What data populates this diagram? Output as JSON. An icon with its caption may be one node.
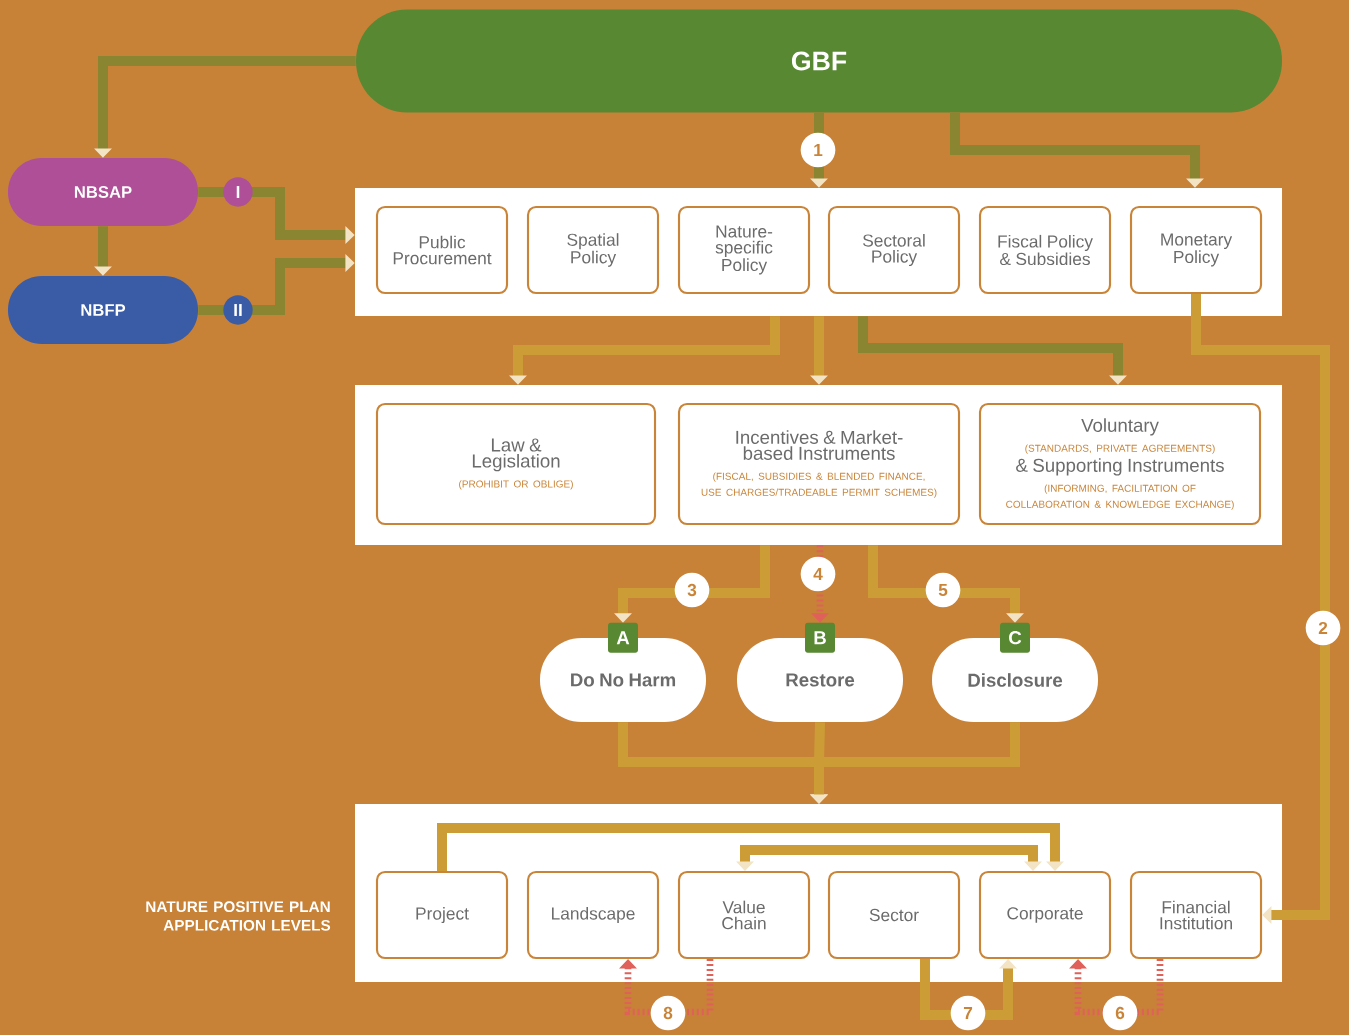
{
  "diagram": {
    "nodes": [
      {
        "text": [
          "GBF"
        ]
      },
      {
        "text": [
          "NBSAP"
        ]
      },
      {
        "text": [
          "NBFP"
        ]
      },
      {
        "text": [],
        "shape": "box"
      },
      {
        "text": [
          "Public Procurement"
        ],
        "in": 3
      },
      {
        "text": [
          "Spatial Policy"
        ],
        "in": 3
      },
      {
        "text": [
          "Nature-specific Policy"
        ],
        "in": 3
      },
      {
        "text": [
          "Sectoral Policy"
        ],
        "in": 3
      },
      {
        "text": [
          "Fiscal Policy & Subsidies"
        ],
        "in": 3
      },
      {
        "text": [
          "Monetary Policy"
        ],
        "in": 3
      },
      {
        "text": [],
        "shape": "box"
      },
      {
        "text": [
          "Law & Legislation",
          "(PROHIBIT OR OBLIGE)"
        ],
        "in": 10
      },
      {
        "text": [
          "Incentives & Market-based Instruments",
          "(FISCAL, SUBSIDIES & BLENDED FINANCE, USE CHARGES/TRADEABLE PERMIT SCHEMES)"
        ],
        "in": 10
      },
      {
        "text": [
          "Voluntary",
          "(STANDARDS, PRIVATE AGREEMENTS)",
          "& Supporting Instruments",
          "(INFORMING, FACILITATION OF COLLABORATION & KNOWLEDGE EXCHANGE)"
        ],
        "in": 10
      },
      {
        "text": [
          "Do No Harm"
        ],
        "beside": [
          "A"
        ]
      },
      {
        "text": [
          "Restore"
        ],
        "beside": [
          "B"
        ]
      },
      {
        "text": [
          "Disclosure"
        ],
        "beside": [
          "C"
        ]
      },
      {
        "text": [],
        "shape": "box"
      },
      {
        "text": [
          "Project"
        ],
        "in": 17
      },
      {
        "text": [
          "Landscape"
        ],
        "in": 17
      },
      {
        "text": [
          "Value Chain"
        ],
        "in": 17
      },
      {
        "text": [
          "Sector"
        ],
        "in": 17
      },
      {
        "text": [
          "Corporate"
        ],
        "in": 17
      },
      {
        "text": [
          "Financial Institution"
        ],
        "in": 17
      }
    ],
    "edges": [
      {
        "from": 0,
        "to": 1,
        "arrow": "to",
        "color": "#8a8530"
      },
      {
        "from": 1,
        "to": 2,
        "arrow": "to",
        "color": "#8a8530"
      },
      {
        "from": 1,
        "to": 3,
        "arrow": "to",
        "label": "I",
        "color": "#8a8530"
      },
      {
        "from": 2,
        "to": 3,
        "arrow": "to",
        "label": "II",
        "color": "#8a8530"
      },
      {
        "from": 0,
        "to": 3,
        "arrow": "to",
        "label": "1",
        "color": "#8a8530"
      },
      {
        "from": 0,
        "to": 3,
        "arrow": "to",
        "color": "#8a8530"
      },
      {
        "from": 3,
        "to": 10,
        "arrow": "to"
      },
      {
        "from": 3,
        "to": 10,
        "arrow": "to"
      },
      {
        "from": 3,
        "to": 10,
        "arrow": "to",
        "color": "#8a8530"
      },
      {
        "from": 9,
        "to": 23,
        "arrow": "to",
        "label": "2"
      },
      {
        "from": 10,
        "to": 14,
        "arrow": "to",
        "label": "3"
      },
      {
        "from": 10,
        "to": 15,
        "arrow": "to",
        "label": "4",
        "style": "dashed",
        "color": "#e0605a"
      },
      {
        "from": 10,
        "to": 16,
        "arrow": "to",
        "label": "5"
      },
      {
        "from": 14,
        "to": 17,
        "arrow": "to"
      },
      {
        "from": 15,
        "to": 17,
        "arrow": "to"
      },
      {
        "from": 16,
        "to": 17,
        "arrow": "to"
      },
      {
        "from": 18,
        "to": 22,
        "arrow": "to"
      },
      {
        "from": 20,
        "to": 22,
        "arrow": "both"
      },
      {
        "from": 21,
        "to": 22,
        "arrow": "to",
        "label": "7"
      },
      {
        "from": 20,
        "to": 19,
        "arrow": "to",
        "label": "8",
        "style": "dashed",
        "color": "#e0605a"
      },
      {
        "from": 23,
        "to": 22,
        "arrow": "to",
        "label": "6",
        "style": "dashed",
        "color": "#e0605a"
      }
    ],
    "labels": [
      "NATURE POSITIVE PLAN APPLICATION LEVELS"
    ]
  }
}
